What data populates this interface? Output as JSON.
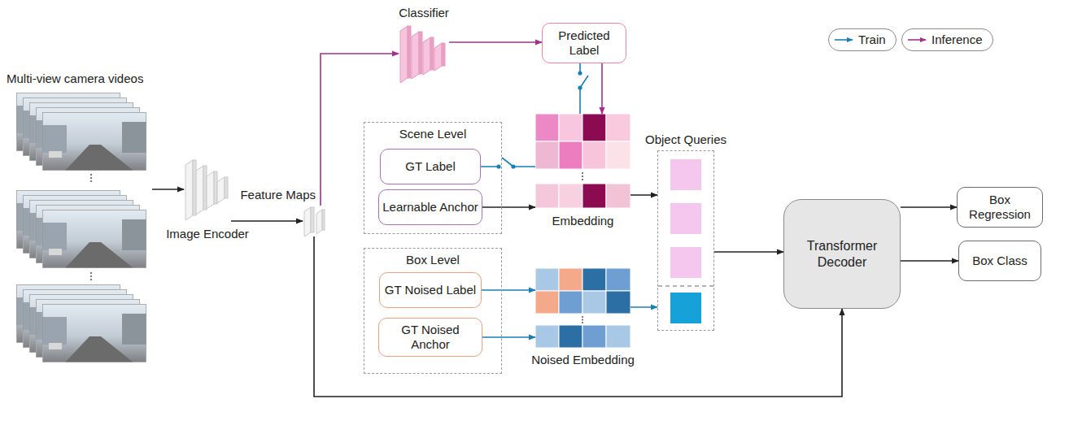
{
  "diagram": {
    "nodes": [
      {
        "text": [
          "Multi-view camera videos"
        ]
      },
      {
        "text": [
          "Image Encoder"
        ]
      },
      {
        "text": [
          "Feature Maps"
        ]
      },
      {
        "text": [
          "Classifier"
        ]
      },
      {
        "text": [
          "Predicted Label"
        ]
      },
      {
        "text": [
          "Scene Level"
        ]
      },
      {
        "text": [
          "GT Label"
        ],
        "in": 5
      },
      {
        "text": [
          "Learnable Anchor"
        ],
        "in": 5
      },
      {
        "text": [
          "Embedding"
        ]
      },
      {
        "text": [
          "Box Level"
        ]
      },
      {
        "text": [
          "GT Noised Label"
        ],
        "in": 9
      },
      {
        "text": [
          "GT Noised Anchor"
        ],
        "in": 9
      },
      {
        "text": [
          "Noised Embedding"
        ]
      },
      {
        "text": [
          "Object Queries"
        ]
      },
      {
        "text": [
          "Transformer Decoder"
        ]
      },
      {
        "text": [
          "Box Regression"
        ]
      },
      {
        "text": [
          "Box Class"
        ]
      }
    ],
    "edges": [
      {
        "from": 0,
        "to": 1,
        "arrow": "to"
      },
      {
        "from": 1,
        "to": 2,
        "arrow": "to"
      },
      {
        "from": 2,
        "to": 3,
        "arrow": "to"
      },
      {
        "from": 3,
        "to": 4,
        "arrow": "to"
      },
      {
        "from": 4,
        "to": 8,
        "arrow": "to"
      },
      {
        "from": 4,
        "to": 8,
        "arrow": "none"
      },
      {
        "from": 6,
        "to": 8,
        "arrow": "none"
      },
      {
        "from": 7,
        "to": 8,
        "arrow": "to"
      },
      {
        "from": 8,
        "to": 13,
        "arrow": "to"
      },
      {
        "from": 10,
        "to": 12,
        "arrow": "to"
      },
      {
        "from": 11,
        "to": 12,
        "arrow": "to"
      },
      {
        "from": 12,
        "to": 13,
        "arrow": "to"
      },
      {
        "from": 13,
        "to": 14,
        "arrow": "to"
      },
      {
        "from": 14,
        "to": 15,
        "arrow": "to"
      },
      {
        "from": 14,
        "to": 16,
        "arrow": "to"
      },
      {
        "from": 2,
        "to": 14,
        "arrow": "to"
      }
    ],
    "legend": [
      {
        "text": "Train"
      },
      {
        "text": "Inference"
      }
    ]
  }
}
